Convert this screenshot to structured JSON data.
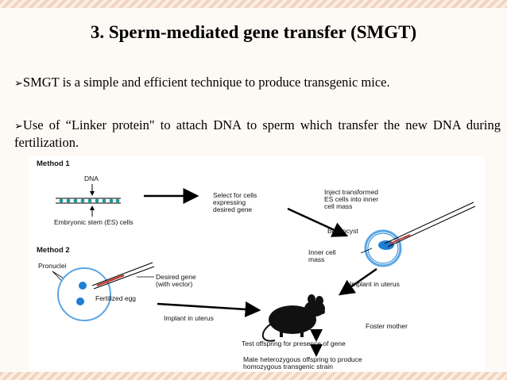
{
  "slide": {
    "title": "3. Sperm-mediated gene transfer (SMGT)",
    "bullets": [
      {
        "marker": "➢",
        "text": "SMGT is a simple and efficient technique to produce transgenic mice."
      },
      {
        "marker": "➢",
        "text": "Use of “Linker protein\" to attach DNA to sperm which transfer the new DNA during fertilization."
      }
    ]
  },
  "figure": {
    "method1_label": "Method 1",
    "dna_label": "DNA",
    "es_cells_label": "Embryonic stem (ES) cells",
    "select_label_1": "Select for cells",
    "select_label_2": "expressing",
    "select_label_3": "desired gene",
    "inject_label_1": "Inject transformed",
    "inject_label_2": "ES cells into inner",
    "inject_label_3": "cell mass",
    "blastocyst_label": "Blastocyst",
    "inner_cell_mass_label_1": "Inner cell",
    "inner_cell_mass_label_2": "mass",
    "method2_label": "Method 2",
    "pronuclei_label": "Pronuclei",
    "desired_gene_label_1": "Desired gene",
    "desired_gene_label_2": "(with vector)",
    "fertilized_egg_label": "Fertilized egg",
    "implant_uterus_right_label": "Implant in uterus",
    "implant_uterus_left_label": "Implant in uterus",
    "foster_mother_label": "Foster mother",
    "test_offspring_label": "Test offspring for presence of gene",
    "mate_label_1": "Mate heterozygous offspring to produce",
    "mate_label_2": "homozygous transgenic strain"
  },
  "colors": {
    "cell_blue": "#1e7fd4",
    "ring_blue": "#5aa6e6",
    "needle_red": "#c0392b",
    "border_peach": "#f2d3bd"
  }
}
